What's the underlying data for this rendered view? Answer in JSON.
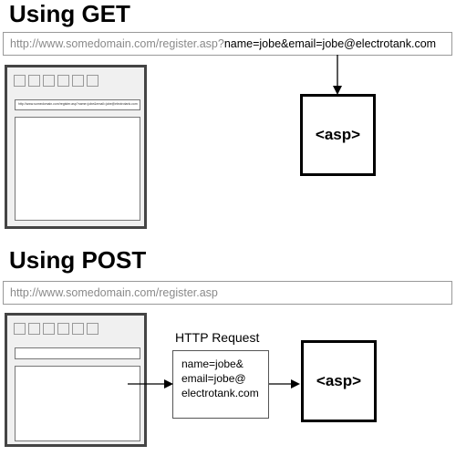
{
  "get_section": {
    "heading": "Using GET",
    "url_base": "http://www.somedomain.com/register.asp?",
    "url_query": "name=jobe&email=jobe@electrotank.com",
    "browser_url": "http://www.somedomain.com/register.asp?name=jobe&email=jobe@electrotank.com",
    "server_label": "<asp>"
  },
  "post_section": {
    "heading": "Using POST",
    "url": "http://www.somedomain.com/register.asp",
    "request_label": "HTTP Request",
    "request_body": [
      "name=jobe&",
      "email=jobe@",
      "electrotank.com"
    ],
    "server_label": "<asp>"
  }
}
